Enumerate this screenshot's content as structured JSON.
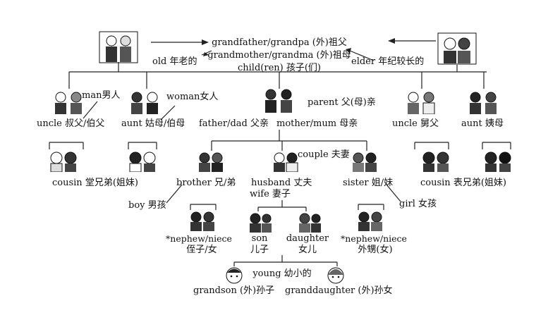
{
  "center_terms": {
    "grandfather": "grandfather/grandpa (外)祖父",
    "grandmother": "grandmother/grandma (外)祖母",
    "child": "child(ren) 孩子(们)"
  },
  "old_label": "old 年老的",
  "elder_label": "elder 年纪较长的",
  "paternal": {
    "man_label": "man男人",
    "woman_label": "woman女人",
    "uncle": "uncle 叔父/伯父",
    "aunt": "aunt 姑母/伯母"
  },
  "parents": {
    "parent_label": "parent 父(母)亲",
    "father": "father/dad 父亲",
    "mother": "mother/mum 母亲"
  },
  "maternal": {
    "uncle": "uncle 舅父",
    "aunt": "aunt 姨母"
  },
  "cousin_left": "cousin 堂兄弟(姐妹)",
  "cousin_right": "cousin 表兄弟(姐妹)",
  "siblings": {
    "brother": "brother 兄/弟",
    "boy": "boy 男孩",
    "couple": "couple 夫妻",
    "husband": "husband 丈夫",
    "wife": "wife 妻子",
    "sister": "sister 姐/妹",
    "girl": "girl 女孩"
  },
  "next_gen": {
    "nephew_left": "*nephew/niece",
    "nephew_left_cn": "侄子/女",
    "son": "son",
    "son_cn": "儿子",
    "daughter": "daughter",
    "daughter_cn": "女儿",
    "nephew_right": "*nephew/niece",
    "nephew_right_cn": "外甥(女)"
  },
  "grandchildren": {
    "young": "young 幼小的",
    "grandson": "grandson (外)孙子",
    "granddaughter": "granddaughter (外)孙女"
  }
}
